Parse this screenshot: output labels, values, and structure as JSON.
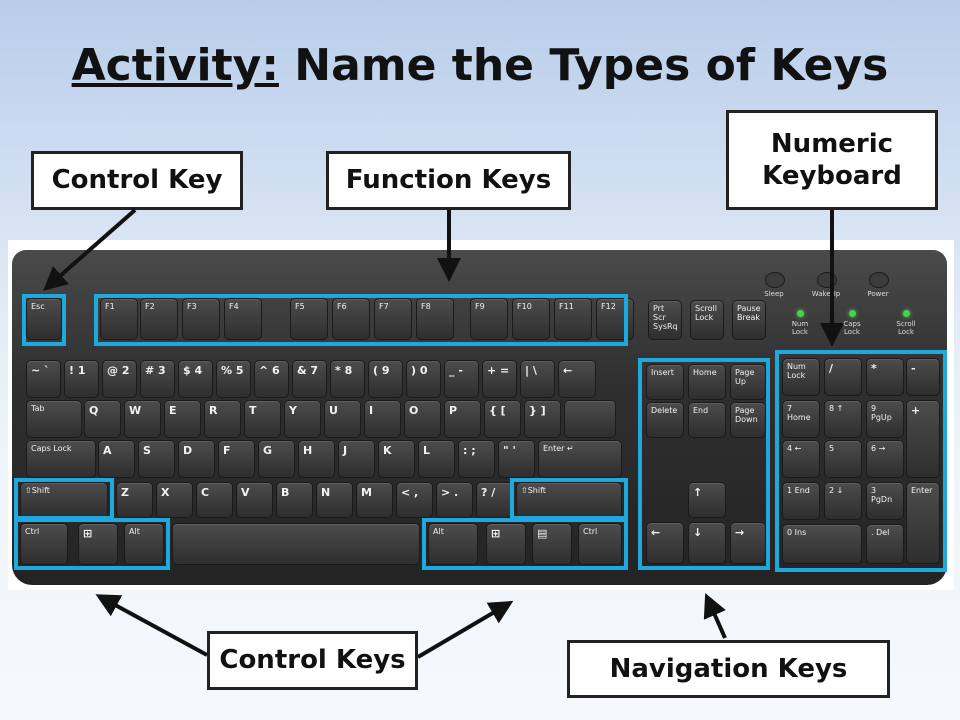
{
  "title": {
    "prefix": "Activity:",
    "rest": " Name the Types of Keys"
  },
  "labels": {
    "control_key": "Control Key",
    "function_keys": "Function Keys",
    "numeric_line1": "Numeric",
    "numeric_line2": "Keyboard",
    "control_keys": "Control Keys",
    "navigation_keys": "Navigation Keys"
  },
  "keys": {
    "esc": "Esc",
    "f": [
      "F1",
      "F2",
      "F3",
      "F4",
      "F5",
      "F6",
      "F7",
      "F8",
      "F9",
      "F10",
      "F11",
      "F12"
    ],
    "prtscr": "Prt Scr SysRq",
    "scroll": "Scroll Lock",
    "pause": "Pause Break",
    "row1": [
      "~ `",
      "! 1",
      "@ 2",
      "# 3",
      "$ 4",
      "% 5",
      "^ 6",
      "& 7",
      "* 8",
      "( 9",
      ") 0",
      "_ -",
      "+ =",
      "| \\",
      "←"
    ],
    "row2": [
      "Tab",
      "Q",
      "W",
      "E",
      "R",
      "T",
      "Y",
      "U",
      "I",
      "O",
      "P",
      "{ [",
      "} ]"
    ],
    "row3": [
      "Caps Lock",
      "A",
      "S",
      "D",
      "F",
      "G",
      "H",
      "J",
      "K",
      "L",
      ": ;",
      "\" '",
      "Enter ↵"
    ],
    "row4": [
      "⇧Shift",
      "Z",
      "X",
      "C",
      "V",
      "B",
      "N",
      "M",
      "< ,",
      "> .",
      "? /",
      "⇧Shift"
    ],
    "row5": [
      "Ctrl",
      "⊞",
      "Alt",
      "Alt",
      "⊞",
      "▤",
      "Ctrl"
    ],
    "nav": [
      "Insert",
      "Home",
      "Page Up",
      "Delete",
      "End",
      "Page Down",
      "↑",
      "←",
      "↓",
      "→"
    ],
    "num": [
      "Num Lock",
      "/",
      "*",
      "-",
      "7 Home",
      "8 ↑",
      "9 PgUp",
      "+",
      "4 ←",
      "5",
      "6 →",
      "1 End",
      "2 ↓",
      "3 PgDn",
      "Enter",
      "0 Ins",
      ". Del"
    ],
    "indicators": [
      "Num Lock",
      "Caps Lock",
      "Scroll Lock"
    ],
    "power": [
      "Sleep",
      "WakeUp",
      "Power"
    ]
  },
  "colors": {
    "highlight": "#1fa8e0",
    "keyboard": "#2f2f2f"
  }
}
